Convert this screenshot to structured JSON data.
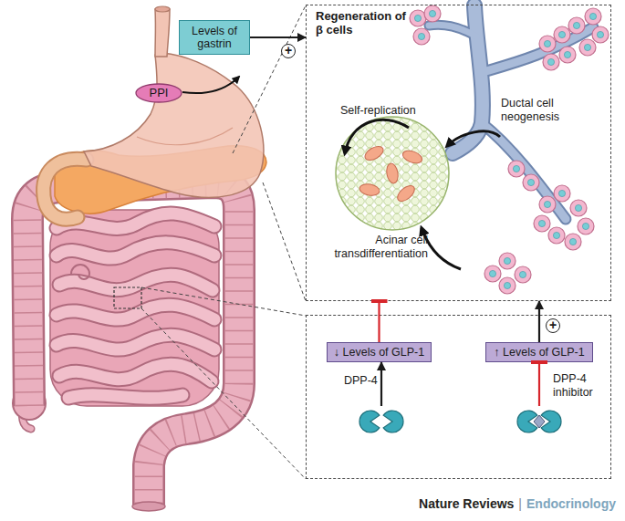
{
  "diagram": {
    "nodes": [
      {
        "text": [
          "Regeneration of β cells",
          "Self-replication",
          "Ductal cell neogenesis",
          "Acinar cell transdifferentiation"
        ]
      },
      {
        "text": [
          "Levels of gastrin"
        ]
      },
      {
        "text": [
          "PPI"
        ]
      },
      {
        "text": []
      },
      {
        "text": [
          "↓ Levels of GLP-1"
        ],
        "in": 3
      },
      {
        "text": [
          "↑ Levels of GLP-1"
        ],
        "in": 3
      },
      {
        "text": [
          "DPP-4"
        ],
        "in": 3
      },
      {
        "text": [
          "DPP-4 inhibitor"
        ],
        "in": 3
      }
    ],
    "edges": [
      {
        "from": 1,
        "to": 0,
        "label": "+",
        "arrow": "to"
      },
      {
        "from": 4,
        "to": 0,
        "arrow": "to"
      },
      {
        "from": 5,
        "to": 0,
        "label": "+",
        "arrow": "to"
      },
      {
        "from": 6,
        "to": 4,
        "arrow": "to"
      },
      {
        "from": 7,
        "to": 5,
        "arrow": "to"
      }
    ],
    "labels": [
      "Nature Reviews",
      "|",
      "Endocrinology"
    ]
  }
}
